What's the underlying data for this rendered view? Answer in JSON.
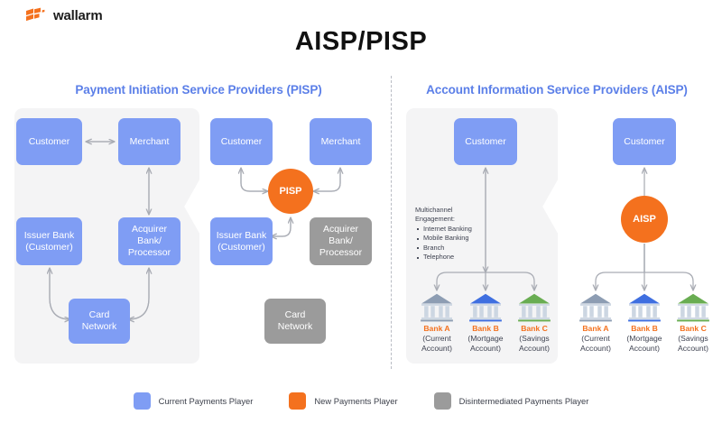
{
  "brand": {
    "name": "wallarm",
    "logo_icon": "wallarm-flag-icon",
    "color": "#f4711e"
  },
  "title": "AISP/PISP",
  "sections": {
    "pisp_header": "Payment Initiation Service Providers (PISP)",
    "aisp_header": "Account Information Service Providers (AISP)"
  },
  "colors": {
    "current_player": "#7f9df4",
    "new_player": "#f4711e",
    "disintermediated_player": "#9b9b9b",
    "panel_bg": "#f4f4f5",
    "header_blue": "#5b7fe8"
  },
  "pisp_current": {
    "nodes": [
      {
        "id": "customer",
        "label": "Customer",
        "type": "current"
      },
      {
        "id": "merchant",
        "label": "Merchant",
        "type": "current"
      },
      {
        "id": "issuer_bank",
        "label": "Issuer Bank\n(Customer)",
        "type": "current"
      },
      {
        "id": "acquirer_bank",
        "label": "Acquirer\nBank/\nProcessor",
        "type": "current"
      },
      {
        "id": "card_network",
        "label": "Card\nNetwork",
        "type": "current"
      }
    ]
  },
  "pisp_new": {
    "nodes": [
      {
        "id": "customer",
        "label": "Customer",
        "type": "current"
      },
      {
        "id": "merchant",
        "label": "Merchant",
        "type": "current"
      },
      {
        "id": "pisp",
        "label": "PISP",
        "type": "new"
      },
      {
        "id": "issuer_bank",
        "label": "Issuer Bank\n(Customer)",
        "type": "current"
      },
      {
        "id": "acquirer_bank",
        "label": "Acquirer\nBank/\nProcessor",
        "type": "disintermediated"
      },
      {
        "id": "card_network",
        "label": "Card\nNetwork",
        "type": "disintermediated"
      }
    ]
  },
  "aisp_current": {
    "customer": "Customer",
    "multichannel": {
      "title_line1": "Multichannel",
      "title_line2": "Engagement:",
      "items": [
        "Internet Banking",
        "Mobile Banking",
        "Branch",
        "Telephone"
      ]
    },
    "banks": [
      {
        "name": "Bank A",
        "sub": "(Current\nAccount)",
        "roof": "#8d9db3"
      },
      {
        "name": "Bank B",
        "sub": "(Mortgage\nAccount)",
        "roof": "#3f6fe0"
      },
      {
        "name": "Bank C",
        "sub": "(Savings\nAccount)",
        "roof": "#69ad52"
      }
    ]
  },
  "aisp_new": {
    "customer": "Customer",
    "aisp": "AISP",
    "banks": [
      {
        "name": "Bank A",
        "sub": "(Current\nAccount)",
        "roof": "#8d9db3"
      },
      {
        "name": "Bank B",
        "sub": "(Mortgage\nAccount)",
        "roof": "#3f6fe0"
      },
      {
        "name": "Bank C",
        "sub": "(Savings\nAccount)",
        "roof": "#69ad52"
      }
    ]
  },
  "legend": [
    {
      "label": "Current Payments Player",
      "color": "#7f9df4"
    },
    {
      "label": "New Payments Player",
      "color": "#f4711e"
    },
    {
      "label": "Disintermediated Payments Player",
      "color": "#9b9b9b"
    }
  ]
}
